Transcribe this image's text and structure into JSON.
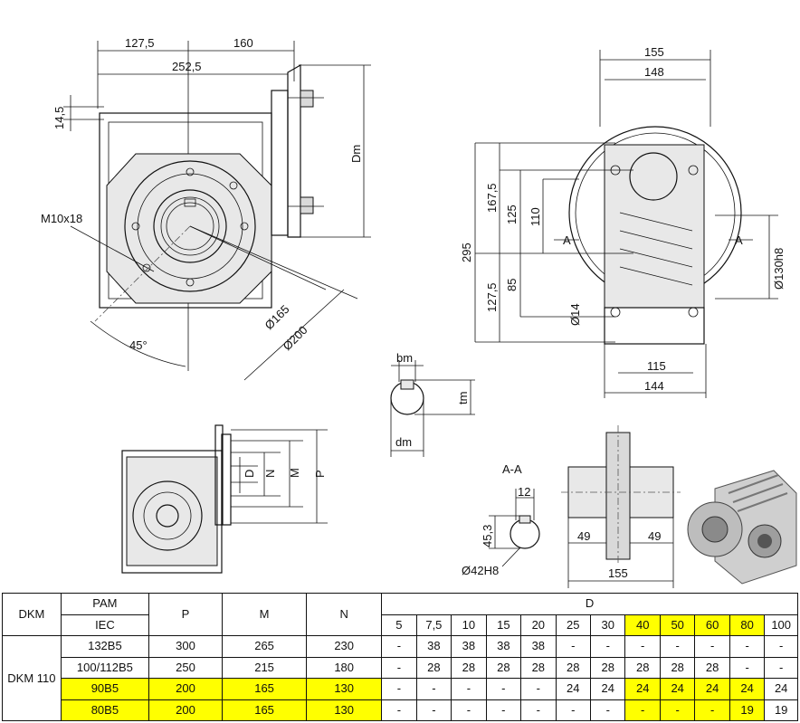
{
  "dimensions": {
    "d127_5_top": "127,5",
    "d160": "160",
    "d252_5": "252,5",
    "d14_5": "14,5",
    "dm_right": "Dm",
    "m10x18": "M10x18",
    "phi165": "Ø165",
    "phi200": "Ø200",
    "angle45": "45°",
    "d155": "155",
    "d148": "148",
    "d295": "295",
    "d167_5": "167,5",
    "d125": "125",
    "d110": "110",
    "d85": "85",
    "d127_5_side": "127,5",
    "phi130h8": "Ø130h8",
    "phi14": "Ø14",
    "d115": "115",
    "d144": "144",
    "sectionA_left": "A",
    "sectionA_right": "A",
    "bm": "bm",
    "tm": "tm",
    "dm": "dm",
    "D": "D",
    "N": "N",
    "M": "M",
    "P": "P",
    "aa_label": "A-A",
    "d12": "12",
    "d45_3": "45,3",
    "phi42H8": "Ø42H8",
    "d49_left": "49",
    "d49_right": "49",
    "d155_bottom": "155"
  },
  "table": {
    "col_dkm": "DKM",
    "col_pam": "PAM",
    "col_iec": "IEC",
    "col_p": "P",
    "col_m": "M",
    "col_n": "N",
    "col_d": "D",
    "d_headers": [
      "5",
      "7,5",
      "10",
      "15",
      "20",
      "25",
      "30",
      "40",
      "50",
      "60",
      "80",
      "100"
    ],
    "model": "DKM 110",
    "rows": [
      {
        "iec": "132B5",
        "p": "300",
        "m": "265",
        "n": "230",
        "d": [
          "-",
          "38",
          "38",
          "38",
          "38",
          "-",
          "-",
          "-",
          "-",
          "-",
          "-",
          "-"
        ]
      },
      {
        "iec": "100/112B5",
        "p": "250",
        "m": "215",
        "n": "180",
        "d": [
          "-",
          "28",
          "28",
          "28",
          "28",
          "28",
          "28",
          "28",
          "28",
          "28",
          "-",
          "-"
        ]
      },
      {
        "iec": "90B5",
        "p": "200",
        "m": "165",
        "n": "130",
        "d": [
          "-",
          "-",
          "-",
          "-",
          "-",
          "24",
          "24",
          "24",
          "24",
          "24",
          "24",
          "24"
        ]
      },
      {
        "iec": "80B5",
        "p": "200",
        "m": "165",
        "n": "130",
        "d": [
          "-",
          "-",
          "-",
          "-",
          "-",
          "-",
          "-",
          "-",
          "-",
          "-",
          "19",
          "19"
        ]
      }
    ],
    "highlight_color": "#ffff00"
  }
}
